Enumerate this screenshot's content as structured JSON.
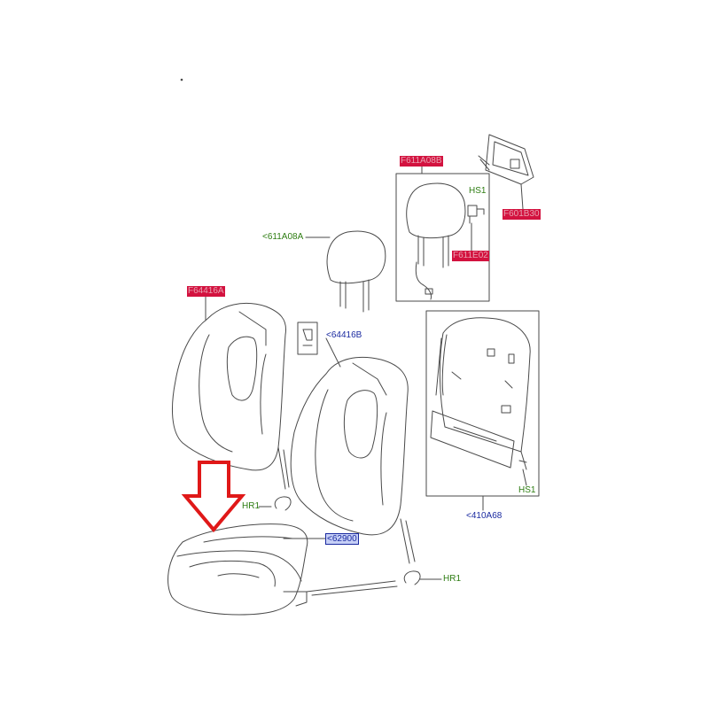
{
  "colors": {
    "line": "#4a4a4a",
    "green_label": "#2e7d12",
    "blue_label": "#1a2aa0",
    "highlight_red": "#d3123f",
    "highlight_blue": "#c6cff6",
    "arrow_red": "#e01818"
  },
  "labels": {
    "headrest_assembly_red": "F611A08B",
    "sleeve_red": "F601B30",
    "guide_red": "F611E02",
    "headrest_left": "<611A08A",
    "hs1_top": "HS1",
    "backrest_left_red": "F64416A",
    "backrest_right": "<64416B",
    "hr1_left": "HR1",
    "cushion_blue": "<62900",
    "hr1_right": "HR1",
    "hs1_bottom": "HS1",
    "back_panel": "<410A68"
  }
}
